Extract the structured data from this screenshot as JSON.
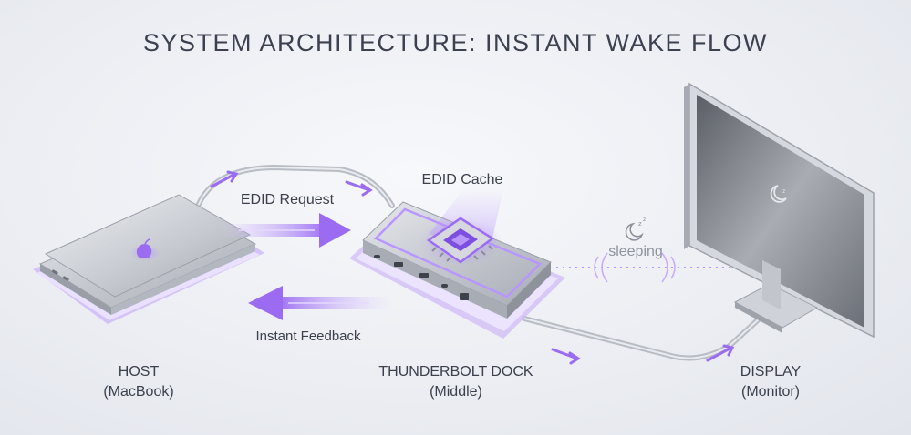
{
  "title": "SYSTEM ARCHITECTURE: INSTANT WAKE FLOW",
  "host": {
    "label": "HOST",
    "sublabel": "(MacBook)"
  },
  "dock": {
    "label": "THUNDERBOLT DOCK",
    "sublabel": "(Middle)"
  },
  "display": {
    "label": "DISPLAY",
    "sublabel": "(Monitor)"
  },
  "edid_request": "EDID Request",
  "edid_cache": "EDID Cache",
  "instant_feedback": "Instant Feedback",
  "sleeping": "sleeping",
  "colors": {
    "accent": "#9b6cf2",
    "accent_light": "#c8a8ff",
    "device": "#c9ccd3",
    "background": "#eceef3"
  },
  "icons": [
    "apple-logo-icon",
    "chip-icon",
    "sleep-moon-icon",
    "monitor-moon-icon"
  ]
}
